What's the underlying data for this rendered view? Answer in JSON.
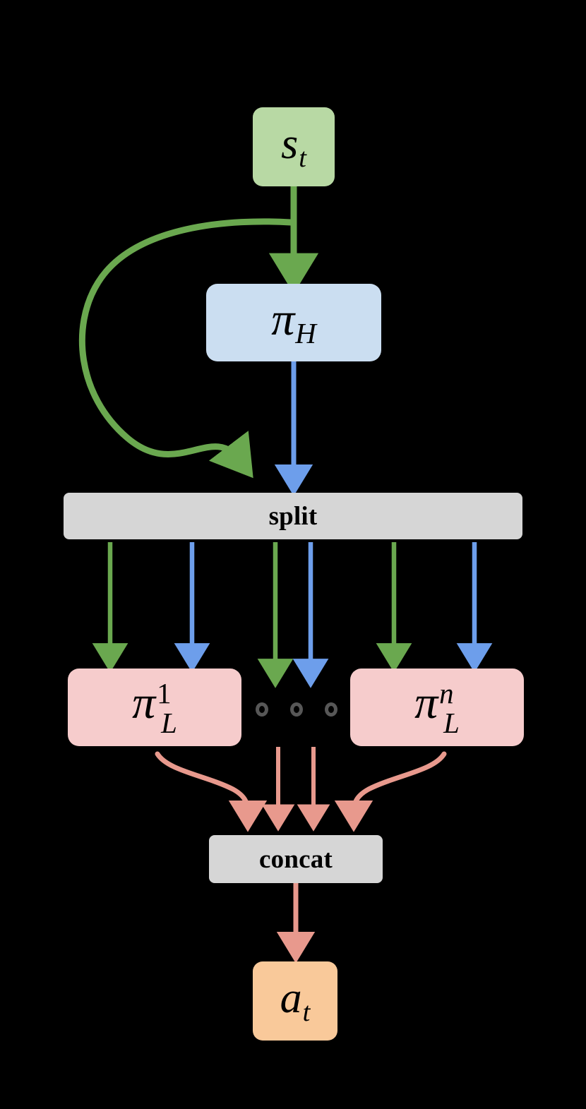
{
  "diagram": {
    "title": "hierarchical-policy-split-concat",
    "background_color": "#000000",
    "nodes": {
      "state": {
        "label": "s_t",
        "base": "s",
        "subscript": "t",
        "fill": "#b8d9a4",
        "shape": "rounded-rect"
      },
      "high_policy": {
        "label": "π_H",
        "base": "π",
        "subscript": "H",
        "fill": "#cbdef1",
        "shape": "rounded-rect"
      },
      "split": {
        "label": "split",
        "fill": "#d6d6d6",
        "shape": "rounded-rect"
      },
      "low_policy_first": {
        "label": "π_L^1",
        "base": "π",
        "superscript": "1",
        "subscript": "L",
        "fill": "#f6cccc",
        "shape": "rounded-rect"
      },
      "low_policy_last": {
        "label": "π_L^n",
        "base": "π",
        "superscript": "n",
        "subscript": "L",
        "fill": "#f6cccc",
        "shape": "rounded-rect"
      },
      "ellipsis": {
        "label": "○ ○ ○",
        "dot_count": 3,
        "color": "#575757"
      },
      "concat": {
        "label": "concat",
        "fill": "#d6d6d6",
        "shape": "rounded-rect"
      },
      "action": {
        "label": "a_t",
        "base": "a",
        "subscript": "t",
        "fill": "#f9c99a",
        "shape": "rounded-rect"
      }
    },
    "edge_colors": {
      "state_flow": "#6aa84f",
      "high_policy_flow": "#6d9eeb",
      "low_policy_flow": "#e8998d"
    },
    "edges": [
      {
        "from": "state",
        "to": "high_policy",
        "color": "#6aa84f",
        "style": "straight"
      },
      {
        "from": "state",
        "to": "split",
        "color": "#6aa84f",
        "style": "curved"
      },
      {
        "from": "high_policy",
        "to": "split",
        "color": "#6d9eeb",
        "style": "straight"
      },
      {
        "from": "split",
        "to": "low_policy_first",
        "color": "#6aa84f",
        "style": "straight"
      },
      {
        "from": "split",
        "to": "low_policy_first",
        "color": "#6d9eeb",
        "style": "straight"
      },
      {
        "from": "split",
        "to": "ellipsis",
        "color": "#6aa84f",
        "style": "straight"
      },
      {
        "from": "split",
        "to": "ellipsis",
        "color": "#6d9eeb",
        "style": "straight"
      },
      {
        "from": "split",
        "to": "low_policy_last",
        "color": "#6aa84f",
        "style": "straight"
      },
      {
        "from": "split",
        "to": "low_policy_last",
        "color": "#6d9eeb",
        "style": "straight"
      },
      {
        "from": "low_policy_first",
        "to": "concat",
        "color": "#e8998d",
        "style": "curved"
      },
      {
        "from": "ellipsis",
        "to": "concat",
        "color": "#e8998d",
        "style": "straight"
      },
      {
        "from": "ellipsis",
        "to": "concat",
        "color": "#e8998d",
        "style": "straight"
      },
      {
        "from": "low_policy_last",
        "to": "concat",
        "color": "#e8998d",
        "style": "curved"
      },
      {
        "from": "concat",
        "to": "action",
        "color": "#e8998d",
        "style": "straight"
      }
    ]
  }
}
